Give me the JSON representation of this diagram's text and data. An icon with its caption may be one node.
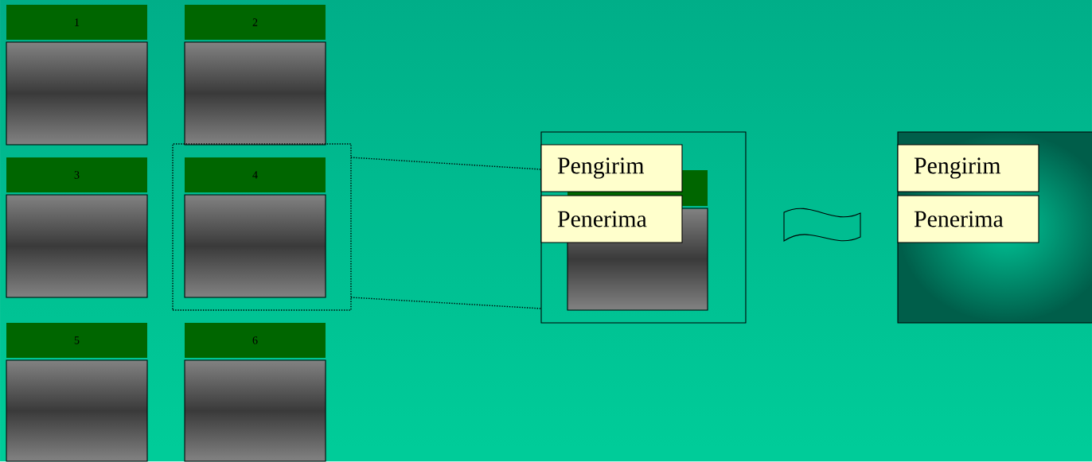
{
  "diagram": {
    "nodes": [
      {
        "text": [
          "1"
        ]
      },
      {
        "text": [
          "2"
        ]
      },
      {
        "text": [
          "3"
        ]
      },
      {
        "text": [],
        "shape": "box"
      },
      {
        "text": [
          "4"
        ],
        "in": 3
      },
      {
        "text": [
          "5"
        ]
      },
      {
        "text": [
          "6"
        ]
      },
      {
        "text": [],
        "shape": "box"
      },
      {
        "text": [
          "Pengirim"
        ],
        "in": 7
      },
      {
        "text": [
          "Penerima"
        ],
        "in": 7
      },
      {
        "text": [],
        "shape": "wave"
      },
      {
        "text": [],
        "shape": "box"
      },
      {
        "text": [
          "Pengirim"
        ],
        "in": 11
      },
      {
        "text": [
          "Penerima"
        ],
        "in": 11
      }
    ],
    "edges": [
      {
        "from": 3,
        "to": 7,
        "arrow": "none",
        "style": "dashed"
      },
      {
        "from": 3,
        "to": 7,
        "arrow": "none",
        "style": "dashed"
      }
    ]
  }
}
